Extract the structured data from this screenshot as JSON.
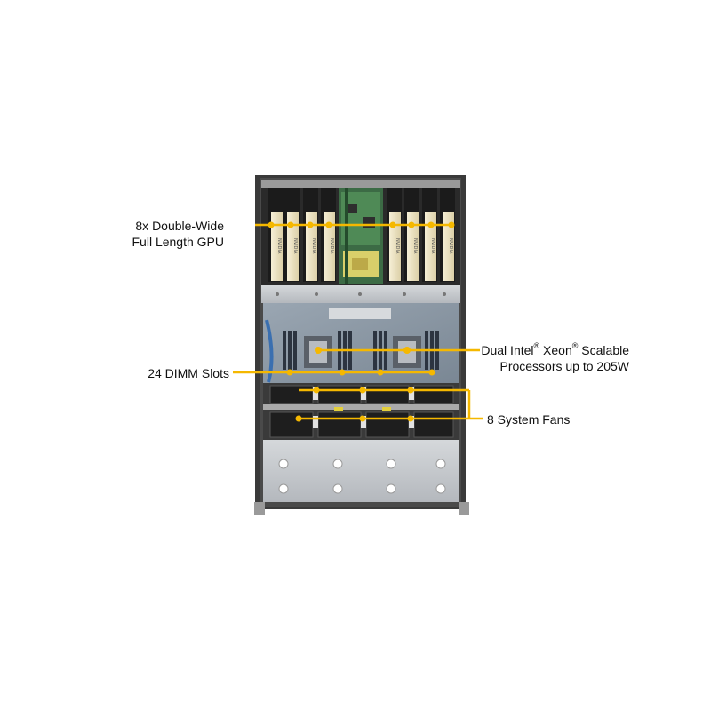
{
  "callouts": {
    "gpu": {
      "line1": "8x Double-Wide",
      "line2": "Full Length GPU"
    },
    "cpu": {
      "line1_prefix": "Dual Intel",
      "line1_mid": " Xeon",
      "line1_suffix": " Scalable",
      "reg_mark": "®",
      "line2": "Processors up to 205W"
    },
    "dimm": {
      "line1": "24 DIMM Slots"
    },
    "fans": {
      "line1": "8 System Fans"
    }
  },
  "gpu_card_brand": "NVIDIA",
  "colors": {
    "callout_line": "#f5b800",
    "chassis_dark": "#2b2b2b",
    "chassis_metal": "#c9ccd0",
    "gpu_card": "#efe6c8",
    "board_green": "#4f8a56",
    "motherboard": "#8e9aa6"
  }
}
